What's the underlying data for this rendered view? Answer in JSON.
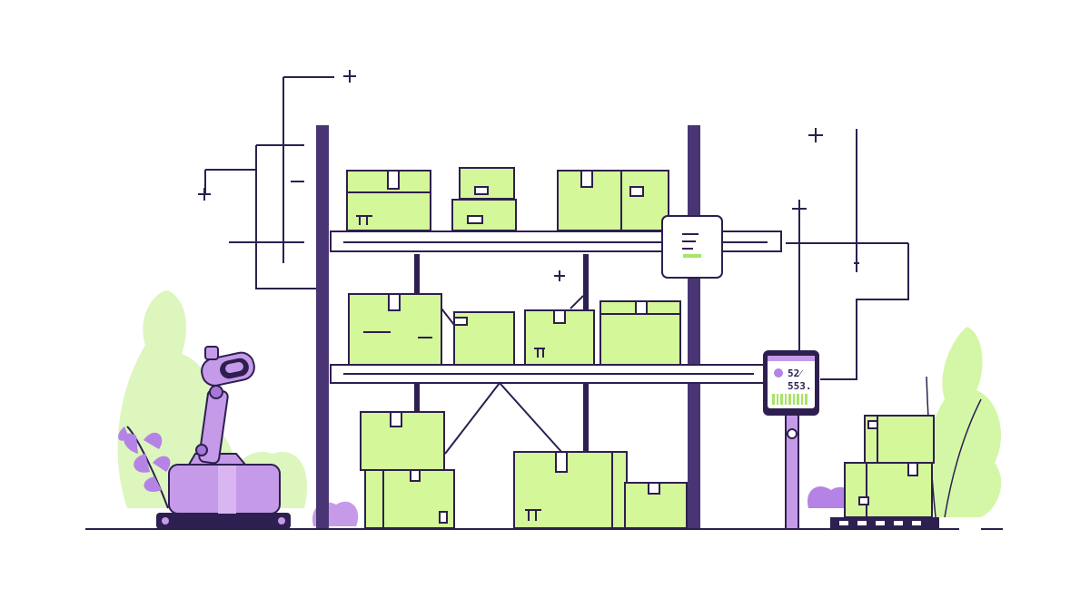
{
  "scene": {
    "type": "warehouse-illustration",
    "colors": {
      "ink": "#2d1f4f",
      "box_fill": "#d4f79a",
      "box_fill_light": "#e3fab8",
      "box_stroke": "#2d1f4f",
      "robot_purple": "#c59ae8",
      "robot_purple_dark": "#a876d8",
      "foliage_green": "#d9f5b3",
      "foliage_purple": "#b583e6",
      "shelf_post": "#4a3574",
      "background": "#ffffff"
    },
    "icons": [
      "robot-arm-icon",
      "barcode-scanner-icon",
      "shelf-label-icon",
      "pallet-icon",
      "sparkle-icon"
    ]
  },
  "scanner": {
    "line1": "52⁄",
    "line2": "553."
  }
}
